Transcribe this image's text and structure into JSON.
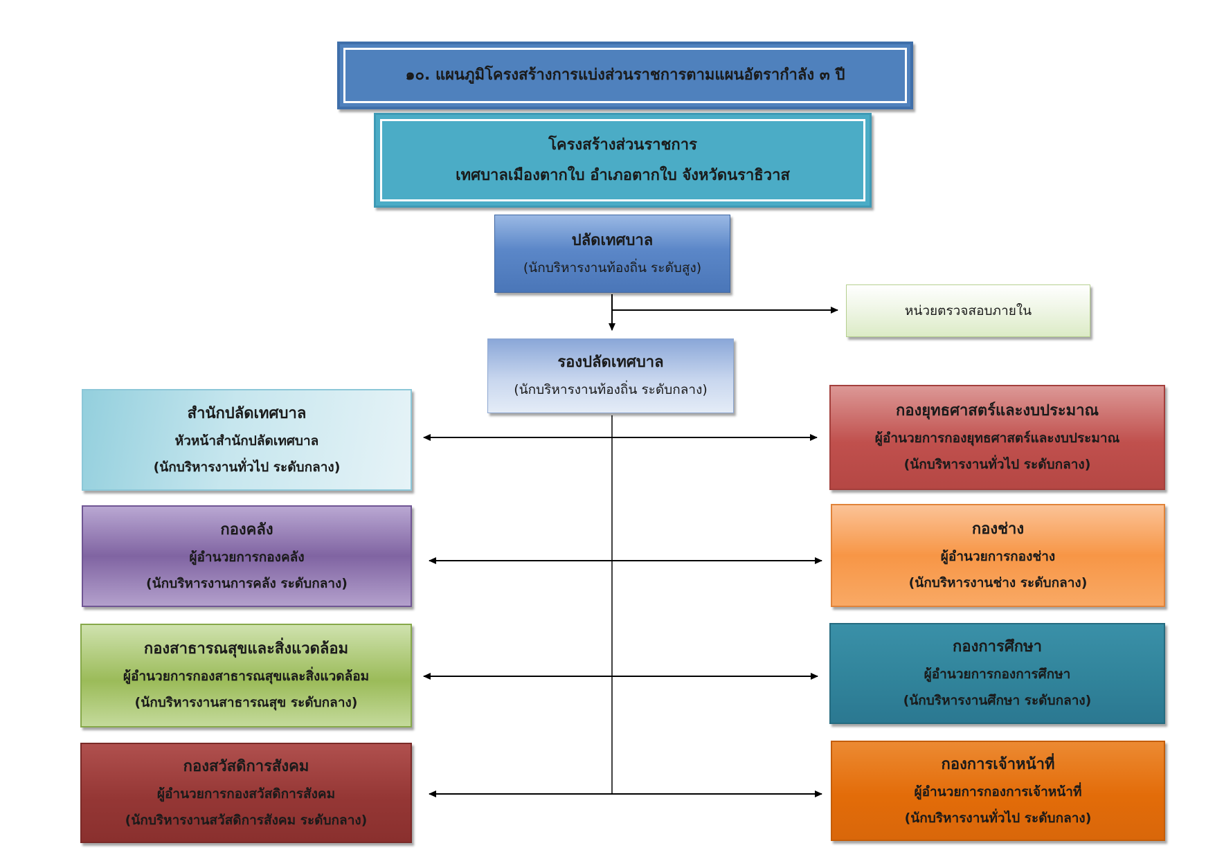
{
  "header": {
    "title": "๑๐.  แผนภูมิโครงสร้างการแบ่งส่วนราชการตามแผนอัตรากำลัง ๓ ปี",
    "line1": "โครงสร้างส่วนราชการ",
    "line2": "เทศบาลเมืองตากใบ  อำเภอตากใบ  จังหวัดนราธิวาส"
  },
  "top": {
    "clerk": {
      "title": "ปลัดเทศบาล",
      "sub": "(นักบริหารงานท้องถิ่น ระดับสูง)"
    },
    "audit": {
      "title": "หน่วยตรวจสอบภายใน"
    },
    "deputy": {
      "title": "รองปลัดเทศบาล",
      "sub": "(นักบริหารงานท้องถิ่น ระดับกลาง)"
    }
  },
  "left": [
    {
      "name": "สำนักปลัดเทศบาล",
      "head": "หัวหน้าสำนักปลัดเทศบาล",
      "level": "(นักบริหารงานทั่วไป ระดับกลาง)"
    },
    {
      "name": "กองคลัง",
      "head": "ผู้อำนวยการกองคลัง",
      "level": "(นักบริหารงานการคลัง ระดับกลาง)"
    },
    {
      "name": "กองสาธารณสุขและสิ่งแวดล้อม",
      "head": "ผู้อำนวยการกองสาธารณสุขและสิ่งแวดล้อม",
      "level": "(นักบริหารงานสาธารณสุข ระดับกลาง)"
    },
    {
      "name": "กองสวัสดิการสังคม",
      "head": "ผู้อำนวยการกองสวัสดิการสังคม",
      "level": "(นักบริหารงานสวัสดิการสังคม ระดับกลาง)"
    }
  ],
  "right": [
    {
      "name": "กองยุทธศาสตร์และงบประมาณ",
      "head": "ผู้อำนวยการกองยุทธศาสตร์และงบประมาณ",
      "level": "(นักบริหารงานทั่วไป ระดับกลาง)"
    },
    {
      "name": "กองช่าง",
      "head": "ผู้อำนวยการกองช่าง",
      "level": "(นักบริหารงานช่าง ระดับกลาง)"
    },
    {
      "name": "กองการศึกษา",
      "head": "ผู้อำนวยการกองการศึกษา",
      "level": "(นักบริหารงานศึกษา ระดับกลาง)"
    },
    {
      "name": "กองการเจ้าหน้าที่",
      "head": "ผู้อำนวยการกองการเจ้าหน้าที่",
      "level": "(นักบริหารงานทั่วไป ระดับกลาง)"
    }
  ],
  "colors": {
    "title_box": "#4f81bd",
    "structure_box": "#4bacc6",
    "clerk_box": "#5b87c8",
    "deputy_box": "#b9c9e6",
    "audit_box": "#eef5e4",
    "office_box": "#b7dde8",
    "finance_box": "#8064a2",
    "health_box": "#9bbb59",
    "welfare_box": "#953735",
    "strategy_box": "#c0504d",
    "engineering_box": "#f79646",
    "education_box": "#31849b",
    "personnel_box": "#e36c09"
  }
}
